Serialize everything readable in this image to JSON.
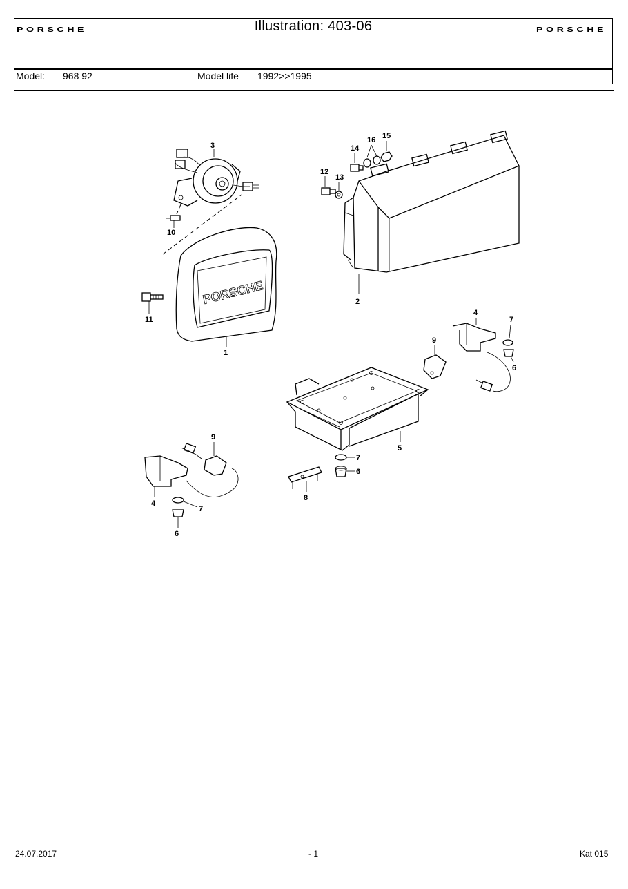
{
  "header": {
    "brand": "PORSCHE",
    "title": "Illustration: 403-06",
    "model_label": "Model:",
    "model_value": "968 92",
    "model_life_label": "Model life",
    "model_life_value": "1992>>1995"
  },
  "illustration": {
    "callouts": [
      "1",
      "2",
      "3",
      "4",
      "5",
      "6",
      "7",
      "8",
      "9",
      "10",
      "11",
      "12",
      "13",
      "14",
      "15",
      "16",
      "4",
      "6",
      "7",
      "9"
    ],
    "emblem_text": "PORSCHE"
  },
  "footer": {
    "date": "24.07.2017",
    "page": "- 1",
    "catalog": "Kat 015"
  }
}
